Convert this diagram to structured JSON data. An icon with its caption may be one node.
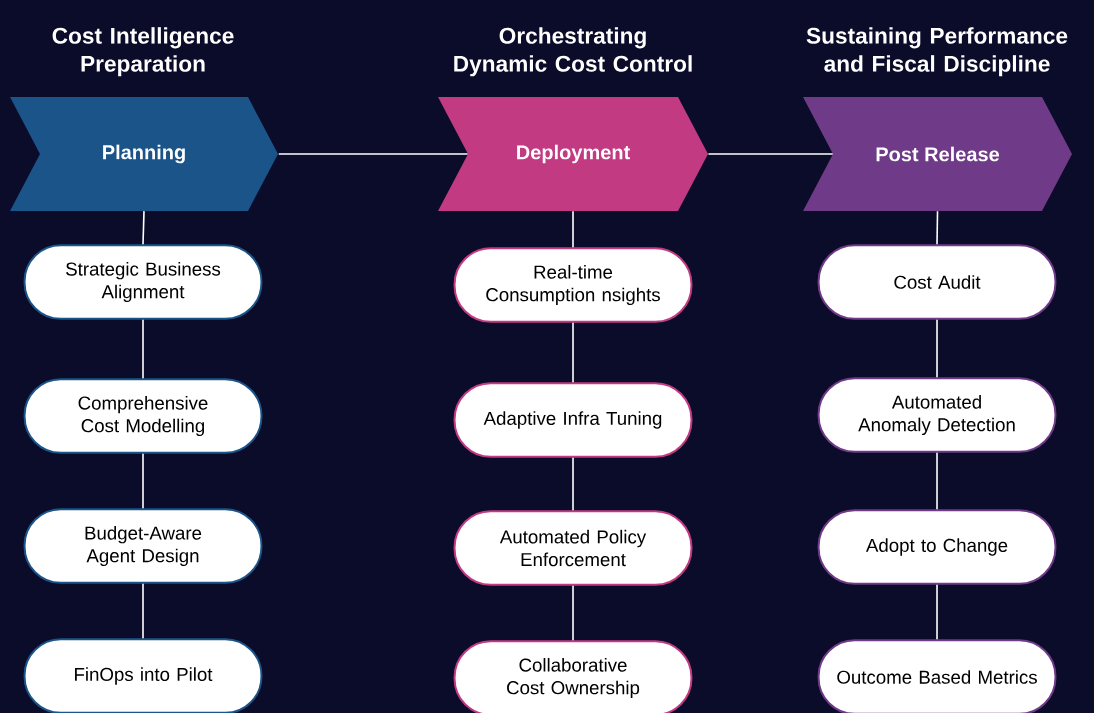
{
  "diagram": {
    "nodes": [
      {
        "text": [
          "Cost Intelligence Preparation",
          "Planning"
        ]
      },
      {
        "text": [
          "Strategic Business Alignment"
        ]
      },
      {
        "text": [
          "Comprehensive Cost Modelling"
        ]
      },
      {
        "text": [
          "Budget-Aware Agent Design"
        ]
      },
      {
        "text": [
          "FinOps into Pilot"
        ]
      },
      {
        "text": [
          "Orchestrating Dynamic Cost Control",
          "Deployment"
        ]
      },
      {
        "text": [
          "Real-time Consumption nsights"
        ]
      },
      {
        "text": [
          "Adaptive Infra Tuning"
        ]
      },
      {
        "text": [
          "Automated Policy Enforcement"
        ]
      },
      {
        "text": [
          "Collaborative Cost Ownership"
        ]
      },
      {
        "text": [
          "Sustaining Performance and Fiscal Discipline",
          "Post Release"
        ]
      },
      {
        "text": [
          "Cost Audit"
        ]
      },
      {
        "text": [
          "Automated Anomaly Detection"
        ]
      },
      {
        "text": [
          "Adopt to Change"
        ]
      },
      {
        "text": [
          "Outcome Based Metrics"
        ]
      }
    ],
    "edges": [
      {
        "from": 0,
        "to": 5,
        "arrow": "none"
      },
      {
        "from": 5,
        "to": 10,
        "arrow": "none"
      },
      {
        "from": 0,
        "to": 1,
        "arrow": "none"
      },
      {
        "from": 1,
        "to": 2,
        "arrow": "none"
      },
      {
        "from": 2,
        "to": 3,
        "arrow": "none"
      },
      {
        "from": 3,
        "to": 4,
        "arrow": "none"
      },
      {
        "from": 5,
        "to": 6,
        "arrow": "none"
      },
      {
        "from": 6,
        "to": 7,
        "arrow": "none"
      },
      {
        "from": 7,
        "to": 8,
        "arrow": "none"
      },
      {
        "from": 8,
        "to": 9,
        "arrow": "none"
      },
      {
        "from": 10,
        "to": 11,
        "arrow": "none"
      },
      {
        "from": 11,
        "to": 12,
        "arrow": "none"
      },
      {
        "from": 12,
        "to": 13,
        "arrow": "none"
      },
      {
        "from": 13,
        "to": 14,
        "arrow": "none"
      }
    ]
  }
}
